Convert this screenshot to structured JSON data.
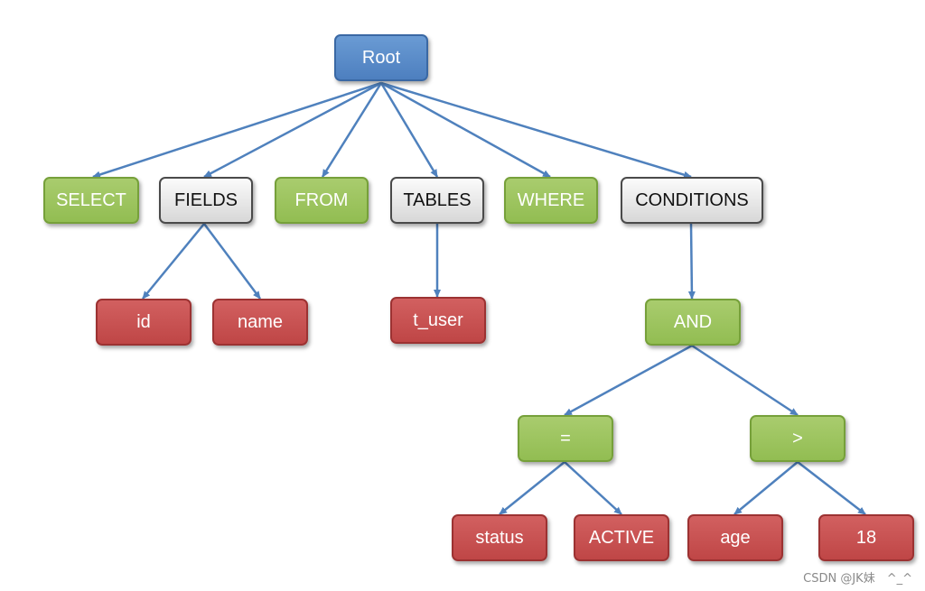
{
  "nodes": {
    "root": "Root",
    "select": "SELECT",
    "fields": "FIELDS",
    "from": "FROM",
    "tables": "TABLES",
    "where": "WHERE",
    "conditions": "CONDITIONS",
    "id": "id",
    "name": "name",
    "t_user": "t_user",
    "and": "AND",
    "eq": "=",
    "gt": ">",
    "status": "status",
    "active": "ACTIVE",
    "age": "age",
    "n18": "18"
  },
  "colors": {
    "blue": "#4f81bd",
    "green": "#9bbb59",
    "gray": "#e8e8e8",
    "red": "#c0504d",
    "connector": "#4f81bd"
  },
  "watermark": "CSDN @JK妹　^_^"
}
